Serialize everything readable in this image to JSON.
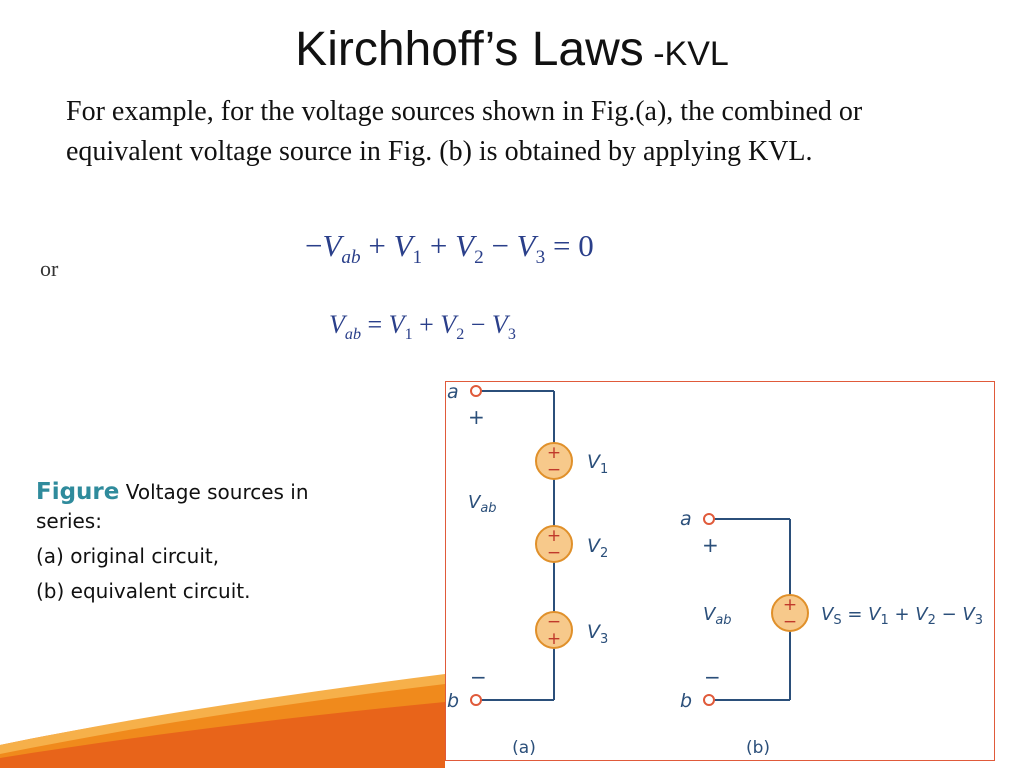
{
  "slide": {
    "title_main": "Kirchhoff’s Laws",
    "title_sub": " -KVL",
    "body_text": "For example, for the voltage sources shown in Fig.(a), the combined or equivalent voltage source in Fig. (b) is obtained by applying KVL.",
    "or_text": "or"
  },
  "equations": {
    "eq1": {
      "minus": "−",
      "v": "V",
      "sub_ab": "ab",
      "plus1": " + ",
      "v1": "V",
      "sub1": "1",
      "plus2": " + ",
      "v2": "V",
      "sub2": "2",
      "minus2": " − ",
      "v3": "V",
      "sub3": "3",
      "eq0": " = 0"
    },
    "eq2": {
      "v": "V",
      "sub_ab": "ab",
      "eq": " = ",
      "v1": "V",
      "sub1": "1",
      "plus2": " + ",
      "v2": "V",
      "sub2": "2",
      "minus2": " − ",
      "v3": "V",
      "sub3": "3"
    }
  },
  "caption": {
    "figure_word": "Figure",
    "line1": " Voltage sources in series:",
    "line2": "(a) original circuit,",
    "line3": "(b) equivalent circuit."
  },
  "circuit": {
    "node_a": "a",
    "node_b": "b",
    "plus": "+",
    "minus": "−",
    "vab": "V",
    "vab_sub": "ab",
    "v1": "V",
    "v1_sub": "1",
    "v2": "V",
    "v2_sub": "2",
    "v3": "V",
    "v3_sub": "3",
    "vs_eq": {
      "vs": "V",
      "vs_sub": "S",
      "eq": " = ",
      "v1": "V",
      "s1": "1",
      "p": " + ",
      "v2": "V",
      "s2": "2",
      "m": " − ",
      "v3": "V",
      "s3": "3"
    },
    "label_a": "(a)",
    "label_b": "(b)",
    "colors": {
      "source_fill": "#f7c98b",
      "source_stroke": "#e0902a",
      "wire": "#2b4f7a",
      "text": "#2b4f7a"
    }
  }
}
